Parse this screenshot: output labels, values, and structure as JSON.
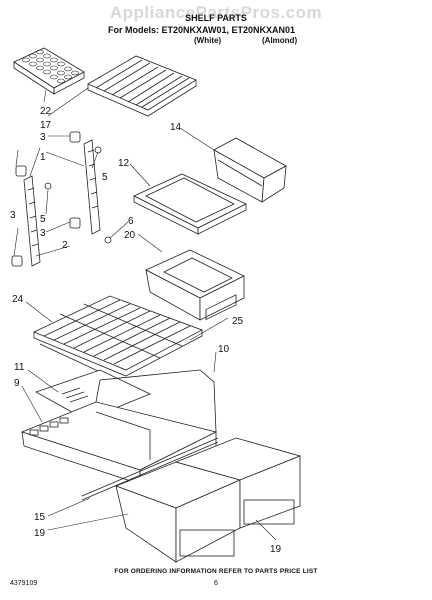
{
  "header": {
    "watermark": "AppliancePartsPros.com",
    "title_line1": "SHELF PARTS",
    "title_line2": "For Models: ET20NKXAW01, ET20NKXAN01",
    "variant_white": "(White)",
    "variant_almond": "(Almond)"
  },
  "callouts": {
    "c22": "22",
    "c17": "17",
    "c14": "14",
    "c3a": "3",
    "c1": "1",
    "c5a": "5",
    "c12": "12",
    "c3b": "3",
    "c5b": "5",
    "c6": "6",
    "c20": "20",
    "c3c": "3",
    "c2": "2",
    "c24": "24",
    "c25": "25",
    "c11": "11",
    "c10": "10",
    "c9": "9",
    "c15": "15",
    "c19a": "19",
    "c19b": "19"
  },
  "footer": {
    "note": "FOR ORDERING INFORMATION REFER TO PARTS PRICE LIST",
    "doc_number": "4379109",
    "page": "6"
  }
}
